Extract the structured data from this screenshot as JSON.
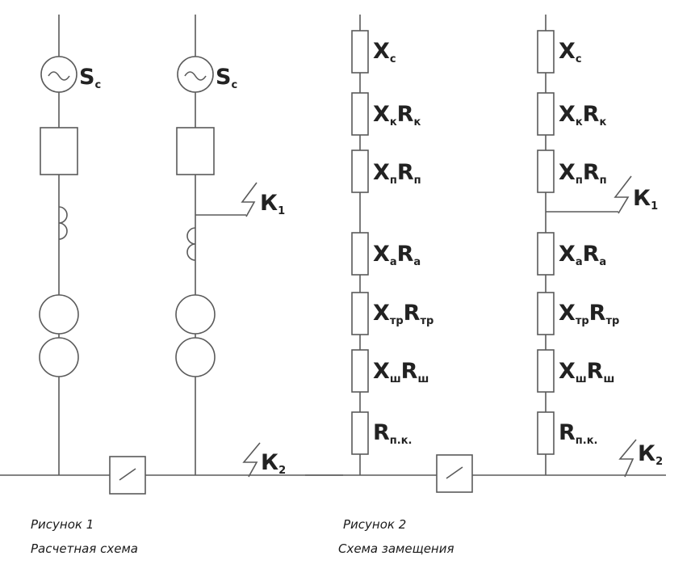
{
  "figure1": {
    "source_label_main": "S",
    "source_label_sub": "c",
    "fault1_main": "К",
    "fault1_sub": "1",
    "fault2_main": "К",
    "fault2_sub": "2",
    "caption_number": "Рисунок 1",
    "caption_title": "Расчетная схема"
  },
  "figure2": {
    "elements": [
      {
        "main": "X",
        "sub": "c"
      },
      {
        "main": "X",
        "sub": "к",
        "main2": "R",
        "sub2": "к"
      },
      {
        "main": "X",
        "sub": "п",
        "main2": "R",
        "sub2": "п"
      },
      {
        "main": "X",
        "sub": "а",
        "main2": "R",
        "sub2": "а"
      },
      {
        "main": "X",
        "sub": "тр",
        "main2": "R",
        "sub2": "тр"
      },
      {
        "main": "X",
        "sub": "ш",
        "main2": "R",
        "sub2": "ш"
      },
      {
        "main": "R",
        "sub": "п.к."
      }
    ],
    "fault1_main": "К",
    "fault1_sub": "1",
    "fault2_main": "К",
    "fault2_sub": "2",
    "caption_number": "Рисунок 2",
    "caption_title": "Схема замещения"
  },
  "colors": {
    "line": "#5a5a5a",
    "text": "#222222",
    "background": "#ffffff"
  }
}
